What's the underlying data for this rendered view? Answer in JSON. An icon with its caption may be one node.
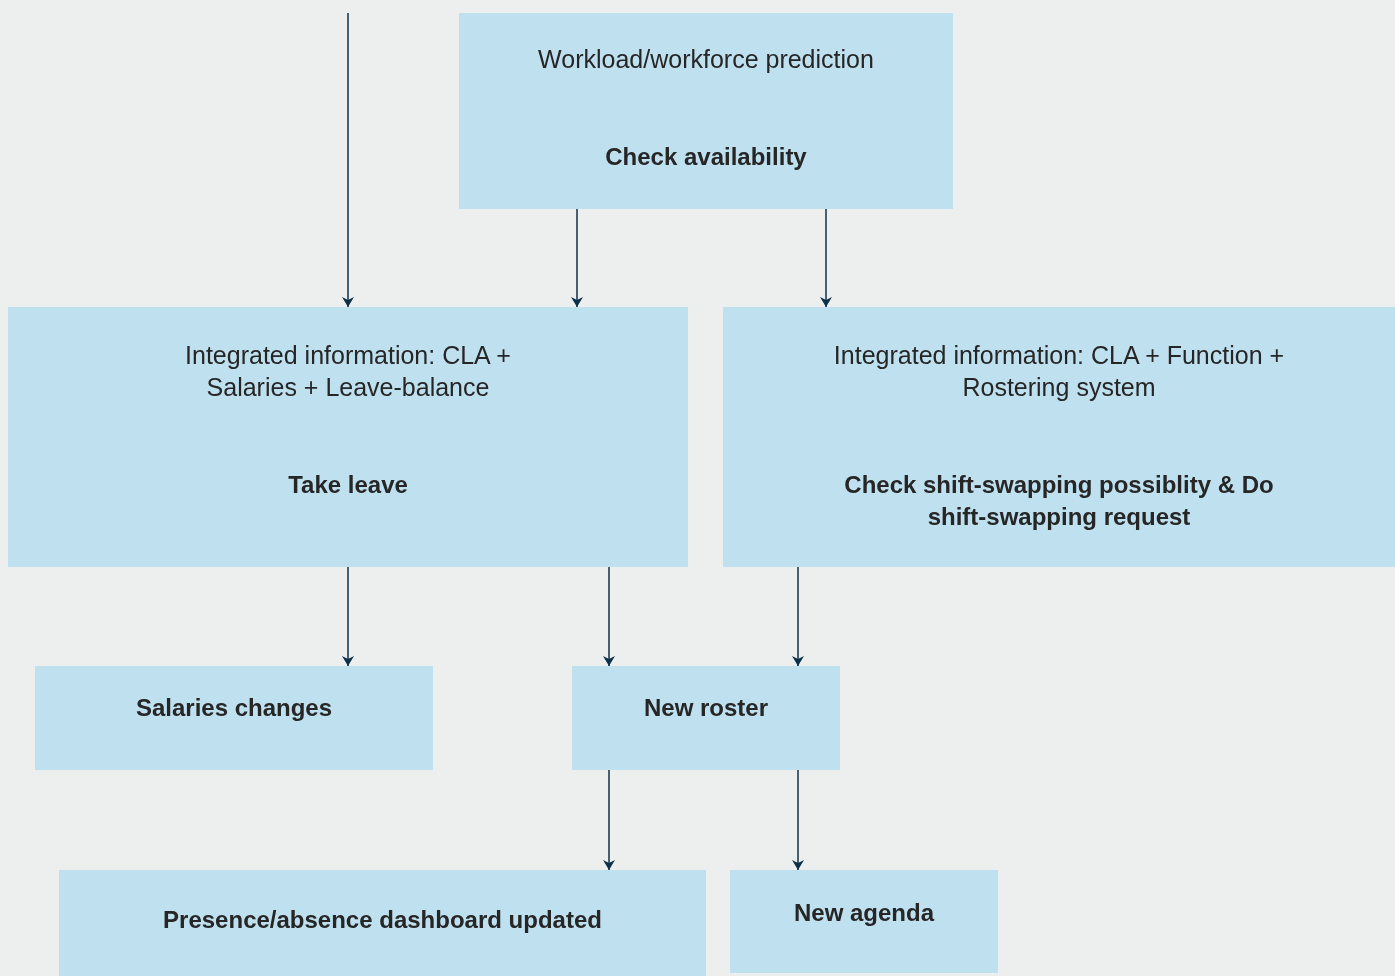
{
  "diagram": {
    "nodes": [
      {
        "text": [
          "Workload/workforce prediction",
          "Check availability"
        ]
      },
      {
        "text": [
          "Integrated information: CLA + Salaries + Leave-balance",
          "Take leave"
        ]
      },
      {
        "text": [
          "Integrated information: CLA + Function + Rostering system",
          "Check shift-swapping possiblity & Do shift-swapping request"
        ]
      },
      {
        "text": [
          "Salaries changes"
        ]
      },
      {
        "text": [
          "New roster"
        ]
      },
      {
        "text": [
          "Presence/absence dashboard updated"
        ]
      },
      {
        "text": [
          "New agenda"
        ]
      }
    ],
    "edges": [
      {
        "from": null,
        "to": 1,
        "arrow": "to"
      },
      {
        "from": 0,
        "to": 1,
        "arrow": "to"
      },
      {
        "from": 0,
        "to": 2,
        "arrow": "to"
      },
      {
        "from": 1,
        "to": 3,
        "arrow": "to"
      },
      {
        "from": 1,
        "to": 4,
        "arrow": "to"
      },
      {
        "from": 2,
        "to": 4,
        "arrow": "to"
      },
      {
        "from": 4,
        "to": 5,
        "arrow": "to"
      },
      {
        "from": 4,
        "to": 6,
        "arrow": "to"
      }
    ]
  }
}
